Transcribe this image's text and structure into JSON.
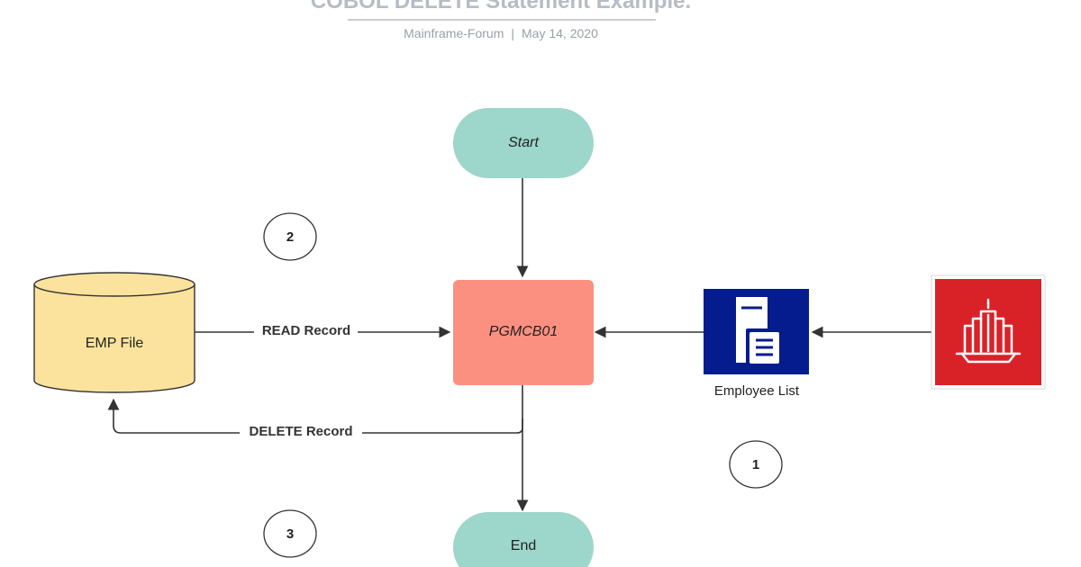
{
  "header": {
    "title": "COBOL DELETE Statement Example.",
    "source": "Mainframe-Forum",
    "separator": "|",
    "date": "May 14, 2020"
  },
  "diagram": {
    "nodes": {
      "start": "Start",
      "program": "PGMCB01",
      "end": "End",
      "emp_file": "EMP File",
      "employee_list": "Employee List"
    },
    "edges": {
      "read": "READ Record",
      "delete": "DELETE Record"
    },
    "steps": [
      "1",
      "2",
      "3"
    ],
    "icons": {
      "employee_list": "document-server-icon",
      "source_system": "building-icon"
    },
    "colors": {
      "terminal": "#9dd6cb",
      "program": "#fb9081",
      "file": "#fbe39e",
      "employee_list": "#051c8f",
      "source_system": "#d92228",
      "line": "#333333"
    }
  }
}
